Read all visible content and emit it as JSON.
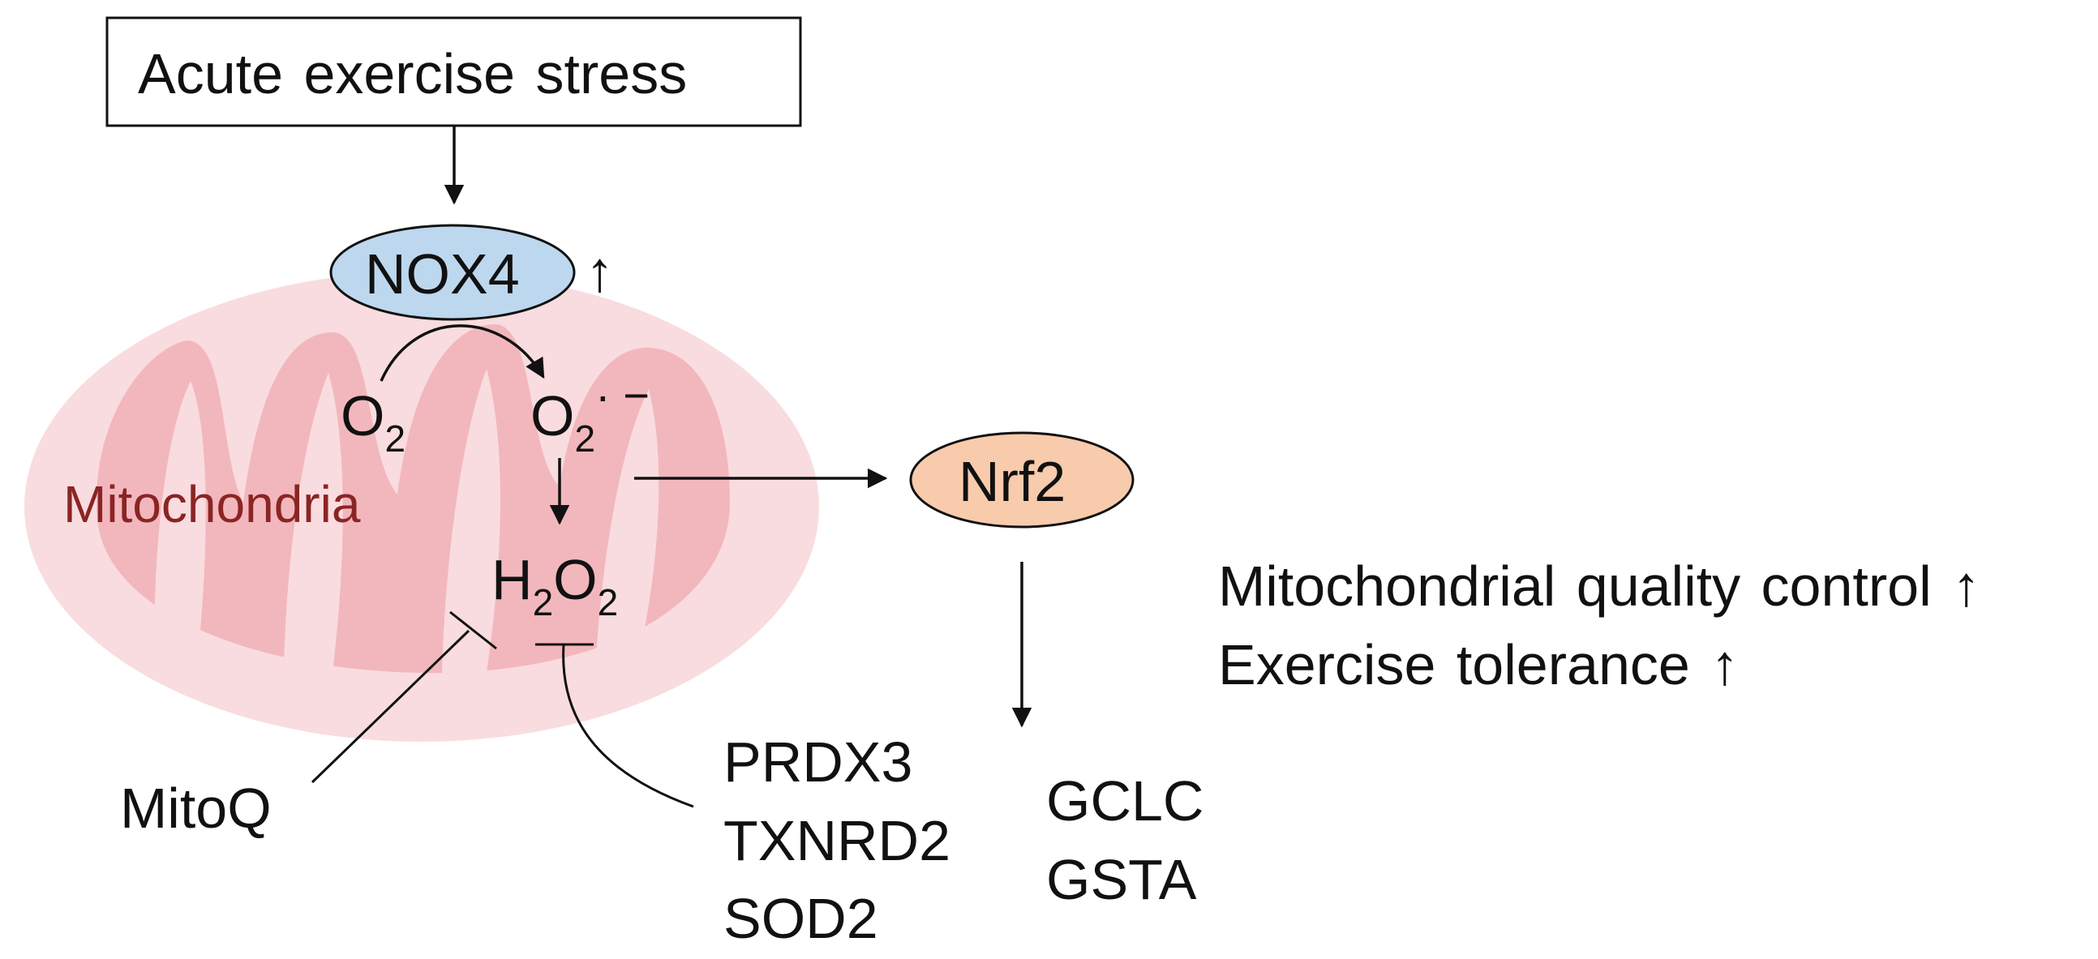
{
  "stimulus": {
    "label": "Acute exercise stress"
  },
  "nox4": {
    "label": "NOX4",
    "arrow": "↑"
  },
  "organelle": {
    "label": "Mitochondria"
  },
  "o2": {
    "symbol": "O",
    "subscript": "2"
  },
  "superoxide": {
    "symbol": "O",
    "subscript": "2",
    "superscript": "· −"
  },
  "h2o2": {
    "h": "H",
    "sub1": "2",
    "o": "O",
    "sub2": "2"
  },
  "nrf2": {
    "label": "Nrf2"
  },
  "mitoq": {
    "label": "MitoQ"
  },
  "enzymes_left": [
    "PRDX3",
    "TXNRD2",
    "SOD2"
  ],
  "enzymes_right": [
    "GCLC",
    "GSTA"
  ],
  "outcomes": [
    {
      "text": "Mitochondrial quality control ↑"
    },
    {
      "text": "Exercise tolerance ↑"
    }
  ],
  "colors": {
    "mito_outer": "#f9dcdf",
    "mito_inner": "#f2b7bd",
    "mito_label": "#8b2424",
    "nox4_fill": "#bdd7ee",
    "nrf2_fill": "#f8cbad"
  }
}
